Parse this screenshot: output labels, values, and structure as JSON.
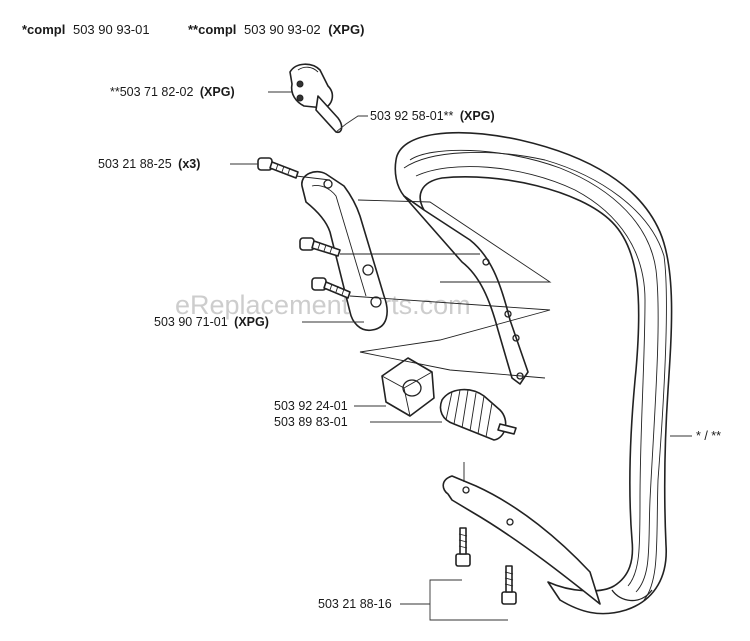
{
  "header": {
    "compl1_prefix": "*compl",
    "compl1_number": "503 90 93-01",
    "compl2_prefix": "**compl",
    "compl2_number": "503 90 93-02",
    "compl2_suffix": "(XPG)"
  },
  "watermark": "eReplacementParts.com",
  "labels": {
    "lever": {
      "number": "**503 71 82-02",
      "suffix": "(XPG)"
    },
    "catch": {
      "number": "503 92 58-01**",
      "suffix": "(XPG)"
    },
    "screws_top": {
      "number": "503 21 88-25",
      "suffix": "(x3)"
    },
    "bracket": {
      "number": "503 90 71-01",
      "suffix": "(XPG)"
    },
    "damper_mount": {
      "number": "503 92 24-01"
    },
    "spring": {
      "number": "503 89 83-01"
    },
    "handle_bar": {
      "number": "* / **"
    },
    "screws_bottom": {
      "number": "503 21 88-16"
    }
  }
}
